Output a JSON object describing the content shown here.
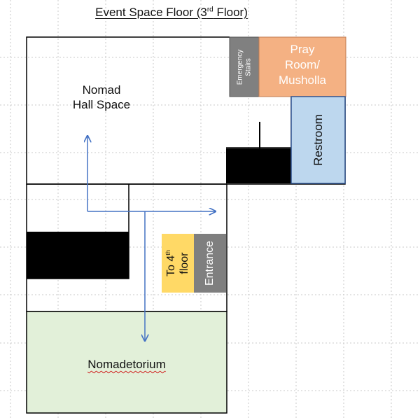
{
  "title": {
    "prefix": "Event Space Floor (3",
    "superscript": "rd",
    "suffix": " Floor)"
  },
  "rooms": {
    "nomad_hall": {
      "line1": "Nomad",
      "line2": "Hall Space"
    },
    "emergency_stairs": {
      "line1": "Emergency",
      "line2": "Stairs"
    },
    "pray_room": {
      "line1": "Pray",
      "line2": "Room/",
      "line3": "Musholla"
    },
    "restroom": {
      "label": "Restroom"
    },
    "to_fourth_floor": {
      "prefix": "To 4",
      "superscript": "th",
      "line2": "floor"
    },
    "entrance": {
      "label": "Entrance"
    },
    "nomadetorium": {
      "label": "Nomadetorium"
    }
  },
  "colors": {
    "wall": "#000000",
    "emergency_stairs": "#808080",
    "pray_room": "#f4b183",
    "restroom": "#bdd7ee",
    "to_fourth_floor": "#ffd966",
    "entrance": "#7f7f7f",
    "nomadetorium": "#e2f0d9",
    "arrow": "#4472c4",
    "gridline": "#c8c8c8"
  }
}
